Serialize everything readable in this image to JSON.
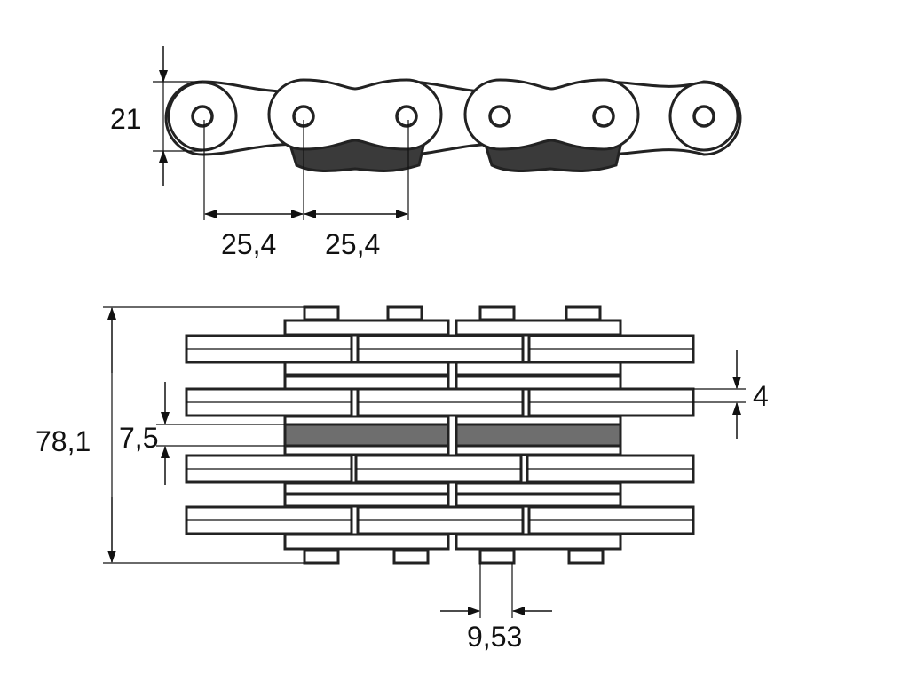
{
  "colors": {
    "line": "#222222",
    "roller_fill": "#3a3a3a",
    "inner_plate_fill": "#6e6e6e",
    "background": "#ffffff"
  },
  "dimensions": {
    "plate_height": "21",
    "pitch_left": "25,4",
    "pitch_right": "25,4",
    "overall_width": "78,1",
    "strand_spacing": "7,5",
    "plate_thickness": "4",
    "roller_width": "9,53"
  }
}
